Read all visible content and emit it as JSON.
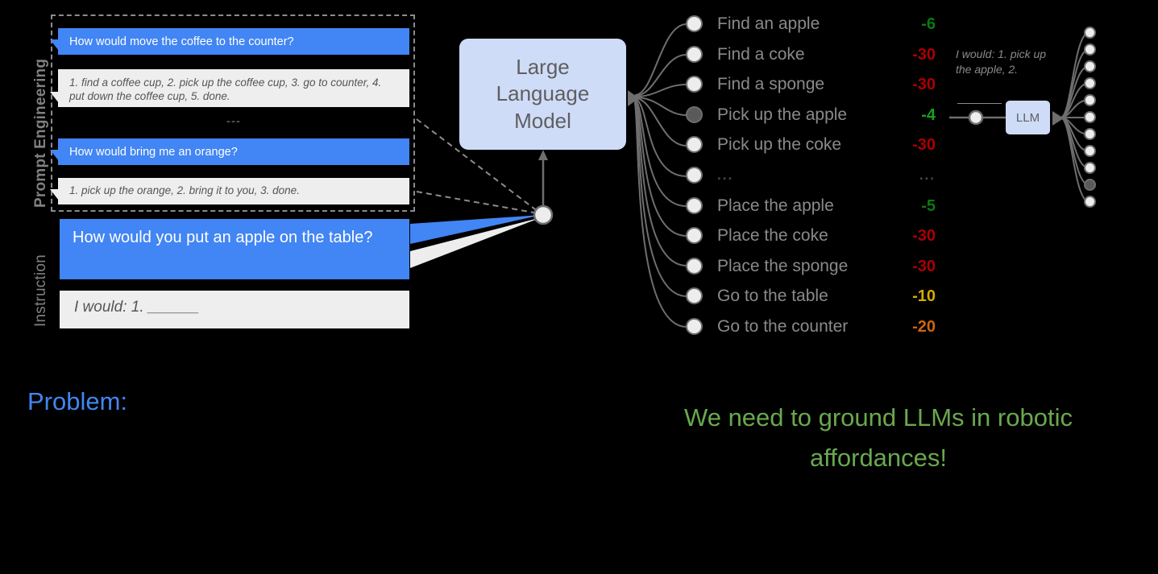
{
  "side_labels": {
    "prompt_engineering": "Prompt Engineering",
    "instruction": "Instruction"
  },
  "prompt_examples": [
    {
      "role": "user",
      "text": "How would  move  the coffee to the  counter?"
    },
    {
      "role": "model",
      "text": "1. find a coffee cup, 2. pick up the coffee cup, 3. go to counter, 4. put down the coffee cup, 5. done."
    },
    {
      "role": "separator",
      "text": "---"
    },
    {
      "role": "user",
      "text": "How would  bring me an orange?"
    },
    {
      "role": "model",
      "text": "1. pick up the orange, 2. bring it to you, 3. done."
    }
  ],
  "instruction": {
    "question": "How would you put an apple on the table?",
    "answer_prefix": "I would: 1. ______"
  },
  "llm": {
    "title": "Large\nLanguage\nModel",
    "title_line1": "Large",
    "title_line2": "Language",
    "title_line3": "Model",
    "small_label": "LLM"
  },
  "options": [
    {
      "label": "Find an apple",
      "score": "-6",
      "color": "#0a7a12",
      "selected": false
    },
    {
      "label": "Find a coke",
      "score": "-30",
      "color": "#aa0000",
      "selected": false
    },
    {
      "label": "Find a sponge",
      "score": "-30",
      "color": "#aa0000",
      "selected": false
    },
    {
      "label": "Pick up the apple",
      "score": "-4",
      "color": "#1a9e1a",
      "selected": true
    },
    {
      "label": "Pick up the coke",
      "score": "-30",
      "color": "#aa0000",
      "selected": false
    },
    {
      "label": "...",
      "score": "...",
      "color": "#4a4a4a",
      "selected": false
    },
    {
      "label": "Place the apple",
      "score": "-5",
      "color": "#0a7a12",
      "selected": false
    },
    {
      "label": "Place the coke",
      "score": "-30",
      "color": "#aa0000",
      "selected": false
    },
    {
      "label": "Place the sponge",
      "score": "-30",
      "color": "#aa0000",
      "selected": false
    },
    {
      "label": "Go to the table",
      "score": "-10",
      "color": "#d4aa00",
      "selected": false
    },
    {
      "label": "Go to the counter",
      "score": "-20",
      "color": "#cc6611",
      "selected": false
    }
  ],
  "second_round": {
    "response_text": "I would: 1. pick up the apple, 2.",
    "node_count": 11,
    "selected_index": 9
  },
  "captions": {
    "problem": "Problem:",
    "thesis": "We need to ground LLMs in robotic affordances!"
  },
  "colors": {
    "user_bubble": "#4285f4",
    "model_bubble": "#eeeeee",
    "llm_box": "#cfdcf8",
    "problem": "#4285f4",
    "thesis": "#6aa84f",
    "background": "#000000"
  }
}
